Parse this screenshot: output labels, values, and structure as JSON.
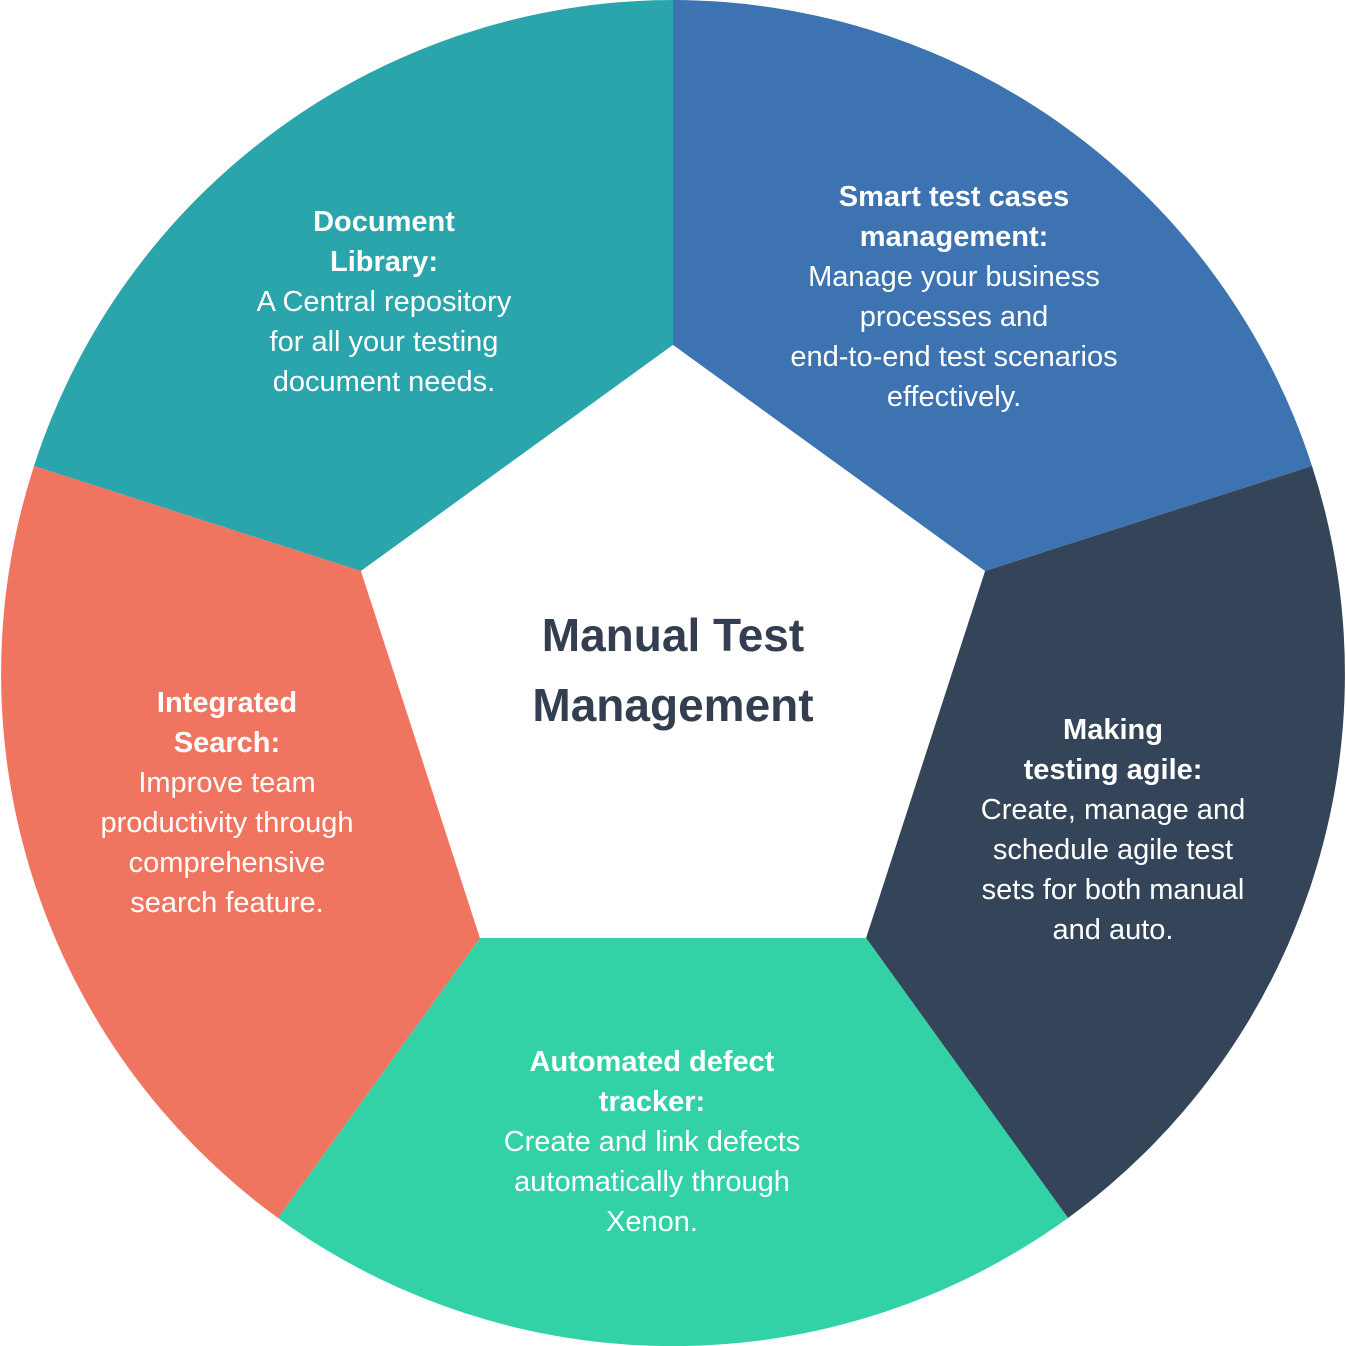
{
  "center": {
    "title": "Manual Test\nManagement",
    "color": "#333f50"
  },
  "segments": [
    {
      "id": "smart-test-cases",
      "title": "Smart test cases\nmanagement:",
      "description": "Manage your business\nprocesses and\nend-to-end test scenarios\neffectively.",
      "color": "#3c73b0"
    },
    {
      "id": "making-testing-agile",
      "title": "Making\ntesting agile:",
      "description": "Create, manage and\nschedule agile test\nsets for both manual\nand auto.",
      "color": "#354559"
    },
    {
      "id": "automated-defect-tracker",
      "title": "Automated defect\ntracker:",
      "description": "Create and link defects\nautomatically through\nXenon.",
      "color": "#32d1a6"
    },
    {
      "id": "integrated-search",
      "title": "Integrated\nSearch:",
      "description": "Improve team\nproductivity through\ncomprehensive\nsearch feature.",
      "color": "#f07561"
    },
    {
      "id": "document-library",
      "title": "Document\nLibrary:",
      "description": "A Central repository\nfor all your testing\ndocument needs.",
      "color": "#2aa5ab"
    }
  ]
}
